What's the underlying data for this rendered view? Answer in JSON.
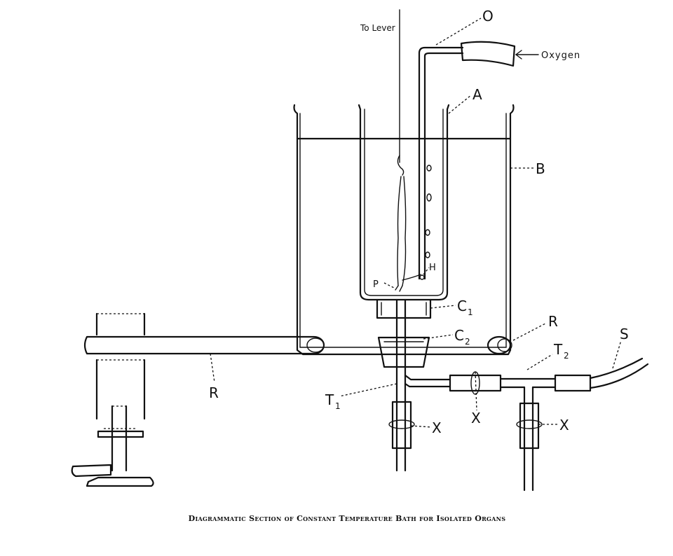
{
  "caption": "Diagrammatic Section of Constant Temperature Bath for Isolated Organs",
  "labels": {
    "to_lever": "To Lever",
    "oxygen": "Oxygen",
    "o": "O",
    "a": "A",
    "b": "B",
    "h": "H",
    "p": "P",
    "c1_letter": "C",
    "c1_sub": "1",
    "c2_letter": "C",
    "c2_sub": "2",
    "r_right": "R",
    "r_left": "R",
    "s": "S",
    "t1_letter": "T",
    "t1_sub": "1",
    "t2_letter": "T",
    "t2_sub": "2",
    "x_left": "X",
    "x_mid": "X",
    "x_right": "X"
  }
}
